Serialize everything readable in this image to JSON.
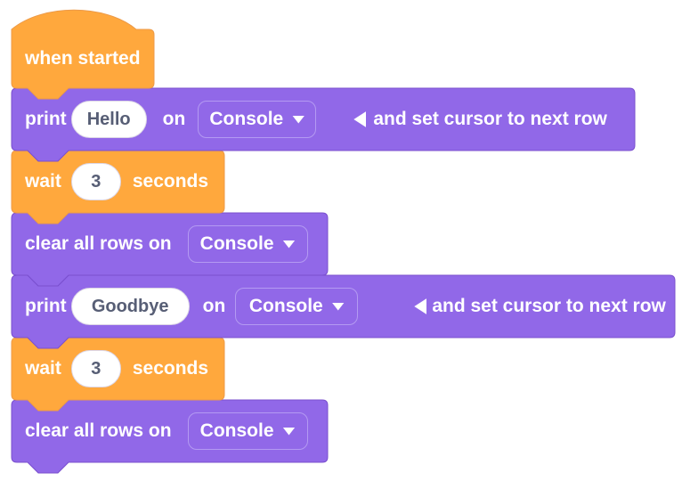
{
  "colors": {
    "background": "#FFFFFF",
    "orange": "#FFA83D",
    "orange_border": "#EC9A49",
    "purple": "#9168E8",
    "purple_border": "#7A4FCE",
    "dropdown_border": "#B49AF2",
    "input_border": "#DCD6E6",
    "input_text": "#575E75",
    "label_text": "#FFFFFF"
  },
  "icons": {
    "dropdown_caret": "down-triangle",
    "collapse_arrow": "left-triangle"
  },
  "blocks": {
    "when_started": {
      "label": "when started"
    },
    "print_hello": {
      "verb": "print",
      "value": "Hello",
      "preposition": "on",
      "target": "Console",
      "suffix": "and set cursor to next row"
    },
    "wait_first": {
      "verb": "wait",
      "value": "3",
      "unit": "seconds"
    },
    "clear_first": {
      "label": "clear all rows on",
      "target": "Console"
    },
    "print_goodbye": {
      "verb": "print",
      "value": "Goodbye",
      "preposition": "on",
      "target": "Console",
      "suffix": "and set cursor to next row"
    },
    "wait_second": {
      "verb": "wait",
      "value": "3",
      "unit": "seconds"
    },
    "clear_second": {
      "label": "clear all rows on",
      "target": "Console"
    }
  }
}
